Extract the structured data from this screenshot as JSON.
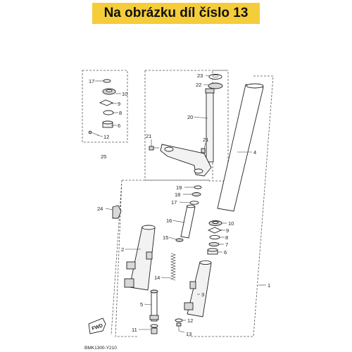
{
  "banner": {
    "text": "Na obrázku díl číslo 13",
    "color": "#f5cc3a"
  },
  "diagram": {
    "labels": {
      "l1": "1",
      "l2": "2",
      "l3": "3",
      "l4": "4",
      "l5": "5",
      "l6": "6",
      "l6b": "6",
      "l7": "7",
      "l8": "8",
      "l8b": "8",
      "l9": "9",
      "l9b": "9",
      "l10": "10",
      "l10b": "10",
      "l11": "11",
      "l12": "12",
      "l12b": "12",
      "l13": "13",
      "l14": "14",
      "l15": "15",
      "l16": "16",
      "l17": "17",
      "l17b": "17",
      "l18": "18",
      "l19": "19",
      "l20": "20",
      "l21": "21",
      "l21b": "21",
      "l22": "22",
      "l23": "23",
      "l24": "24",
      "l25": "25"
    },
    "fwd": "FWD",
    "code": "BMK1300-Y210"
  }
}
